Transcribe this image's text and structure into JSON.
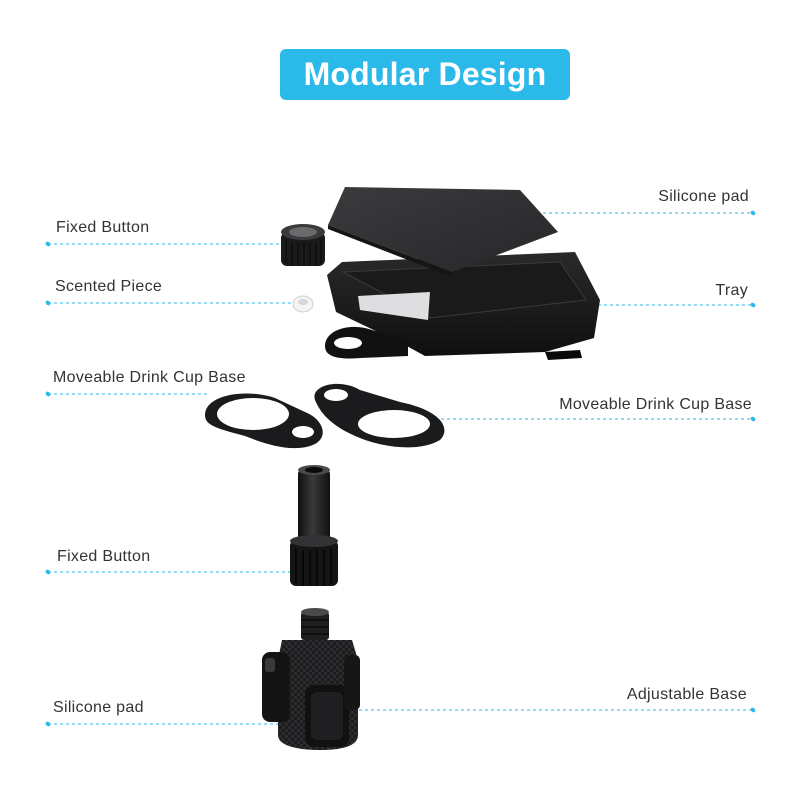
{
  "title": "Modular Design",
  "colors": {
    "title_bg": "#2bb9ea",
    "title_text": "#ffffff",
    "leader_line": "#2bb9ea",
    "part": "#1c1c1e",
    "label_text": "#333333"
  },
  "labels": {
    "left": {
      "fixed_button_top": "Fixed Button",
      "scented_piece": "Scented Piece",
      "moveable_cup_base": "Moveable Drink Cup Base",
      "fixed_button_bottom": "Fixed Button",
      "silicone_pad_bottom": "Silicone pad"
    },
    "right": {
      "silicone_pad_top": "Silicone pad",
      "tray": "Tray",
      "moveable_cup_base": "Moveable Drink Cup Base",
      "adjustable_base": "Adjustable Base"
    }
  },
  "parts": [
    "silicone-pad",
    "fixed-button-cap",
    "scented-piece",
    "tray",
    "drink-cup-base-left",
    "drink-cup-base-right",
    "post",
    "adjustable-base"
  ]
}
